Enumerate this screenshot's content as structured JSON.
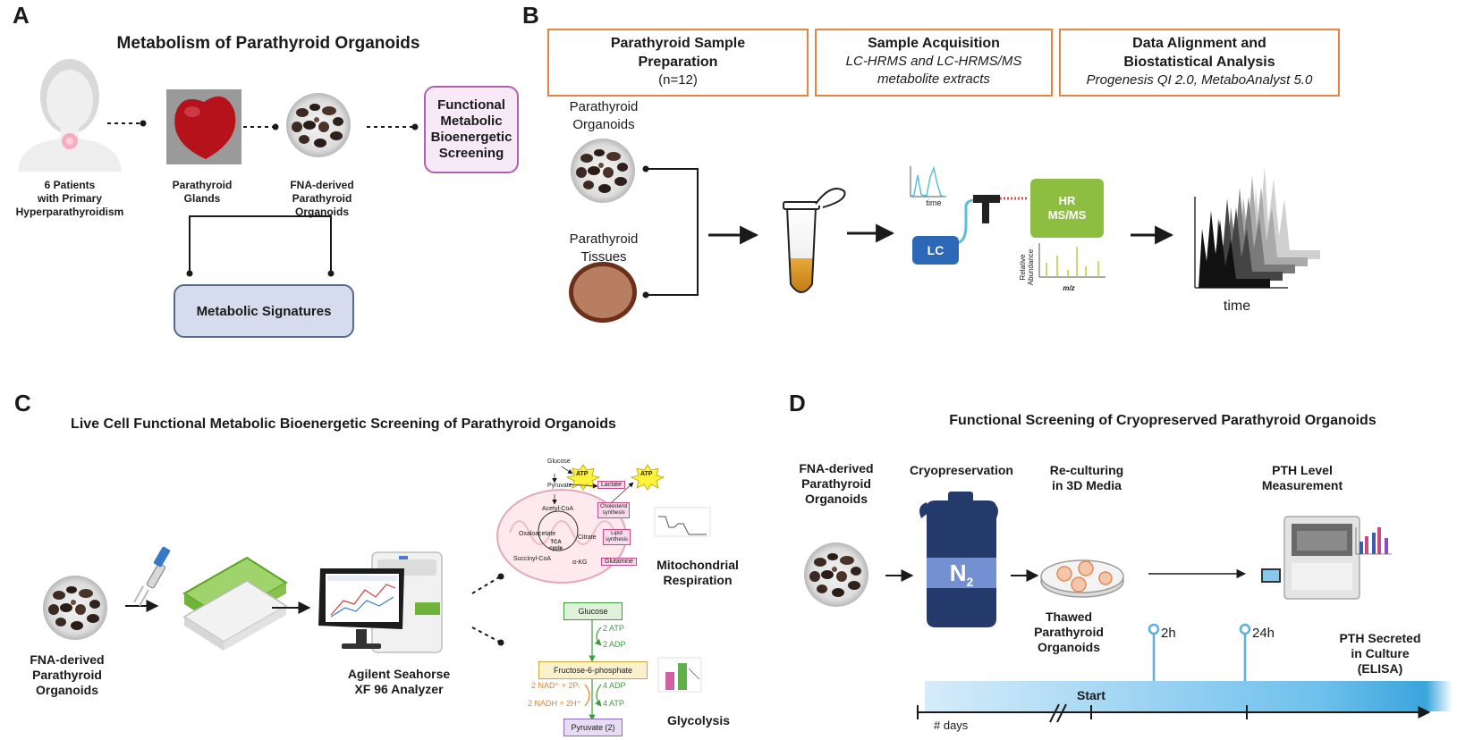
{
  "panelA": {
    "letter": "A",
    "title": "Metabolism of Parathyroid Organoids",
    "patients": "6 Patients\nwith Primary\nHyperparathyroidism",
    "glands": "Parathyroid\nGlands",
    "organoids": "FNA-derived\nParathyroid Organoids",
    "functional": "Functional\nMetabolic\nBioenergetic\nScreening",
    "signatures": "Metabolic Signatures"
  },
  "panelB": {
    "letter": "B",
    "box1_title": "Parathyroid Sample\nPreparation",
    "box1_sub": "(n=12)",
    "box2_title": "Sample Acquisition",
    "box2_sub": "LC-HRMS and LC-HRMS/MS\nmetabolite extracts",
    "box3_title": "Data Alignment and\nBiostatistical Analysis",
    "box3_sub": "Progenesis QI 2.0, MetaboAnalyst 5.0",
    "organoids": "Parathyroid\nOrganoids",
    "tissues": "Parathyroid\nTissues",
    "lc": "LC",
    "hrms": "HR\nMS/MS",
    "chrom_time": "time",
    "rel_abundance": "Relative\nAbundance",
    "mz": "m/z",
    "time": "time"
  },
  "panelC": {
    "letter": "C",
    "title": "Live Cell Functional Metabolic Bioenergetic Screening of Parathyroid Organoids",
    "organoids": "FNA-derived\nParathyroid Organoids",
    "analyzer": "Agilent Seahorse\nXF 96 Analyzer",
    "mito": "Mitochondrial\nRespiration",
    "glycolysis": "Glycolysis",
    "pathway": {
      "glucose": "Glucose",
      "pyruvate": "Pyruvate",
      "lactate": "Lactate",
      "acetyl": "Acetyl-CoA",
      "cholesterol": "Cholesterol\nsynthesis",
      "oxalo": "Oxaloacetate",
      "citrate": "Citrate",
      "lipid": "Lipid\nsynthesis",
      "tca": "TCA\ncycle",
      "succinyl": "Succinyl-CoA",
      "akg": "α-KG",
      "glutamine": "Glutamine",
      "atp": "ATP"
    },
    "glyco": {
      "glucose": "Glucose",
      "atp2": "2 ATP",
      "adp2": "2 ADP",
      "f6p": "Fructose-6-phosphate",
      "nad": "2 NAD⁺ + 2Pᵢ",
      "nadh": "2 NADH + 2H⁺",
      "adp4": "4 ADP",
      "atp4": "4 ATP",
      "pyruvate": "Pyruvate (2)"
    }
  },
  "panelD": {
    "letter": "D",
    "title": "Functional Screening of Cryopreserved Parathyroid Organoids",
    "organoids": "FNA-derived\nParathyroid\nOrganoids",
    "cryo": "Cryopreservation",
    "n2": "N",
    "n2sub": "2",
    "reculture": "Re-culturing\nin 3D Media",
    "pth": "PTH Level\nMeasurement",
    "thawed": "Thawed\nParathyroid\nOrganoids",
    "t2h": "2h",
    "t24h": "24h",
    "secreted": "PTH Secreted\nin Culture\n(ELISA)",
    "start": "Start",
    "days": "# days"
  },
  "colors": {
    "orange_border": "#e8823f",
    "purple_border": "#b060b0",
    "purple_fill": "#f7e9f7",
    "blue_box": "#d4dcee",
    "green_ms": "#8dbe3f",
    "lc_blue": "#2d67b8",
    "n2_navy": "#243a6b",
    "timeline_blue": "#39a5dc"
  }
}
